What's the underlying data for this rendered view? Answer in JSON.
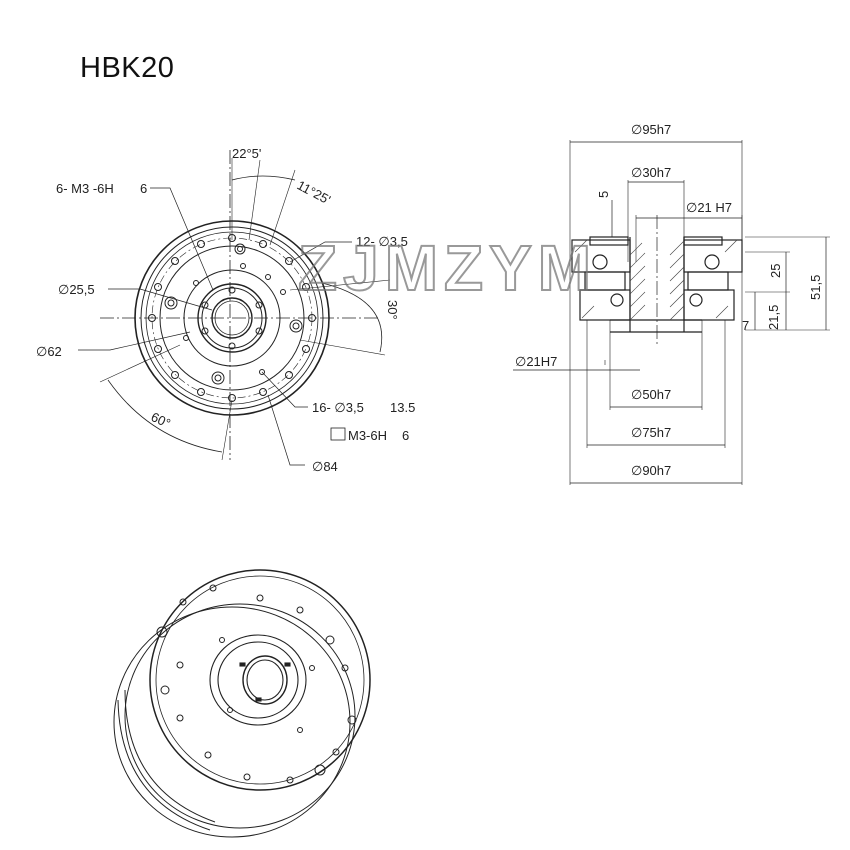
{
  "title": "HBK20",
  "watermark": "ZJMZYM",
  "front_view": {
    "tapped_holes": "6- M3 -6H",
    "tapped_depth": "6",
    "angle_a": "22°5'",
    "angle_b": "11°25'",
    "holes_12": "12- ∅3,5",
    "angle_30": "30°",
    "dia_255": "∅25,5",
    "dia_62": "∅62",
    "angle_60": "60°",
    "holes_16": "16- ∅3,5",
    "holes_16_depth": "13.5",
    "holes_16_thread": "M3-6H",
    "holes_16_thread_depth": "6",
    "dia_84": "∅84"
  },
  "side_view": {
    "d95": "∅95h7",
    "d30": "∅30h7",
    "d21h7_top": "∅21 H7",
    "h5": "5",
    "h25": "25",
    "h515": "51,5",
    "h215": "21,5",
    "h7": "7",
    "d21h7_left": "∅21H7",
    "d50": "∅50h7",
    "d75": "∅75h7",
    "d90": "∅90h7"
  },
  "colors": {
    "line": "#222222",
    "hatch": "#444444"
  }
}
